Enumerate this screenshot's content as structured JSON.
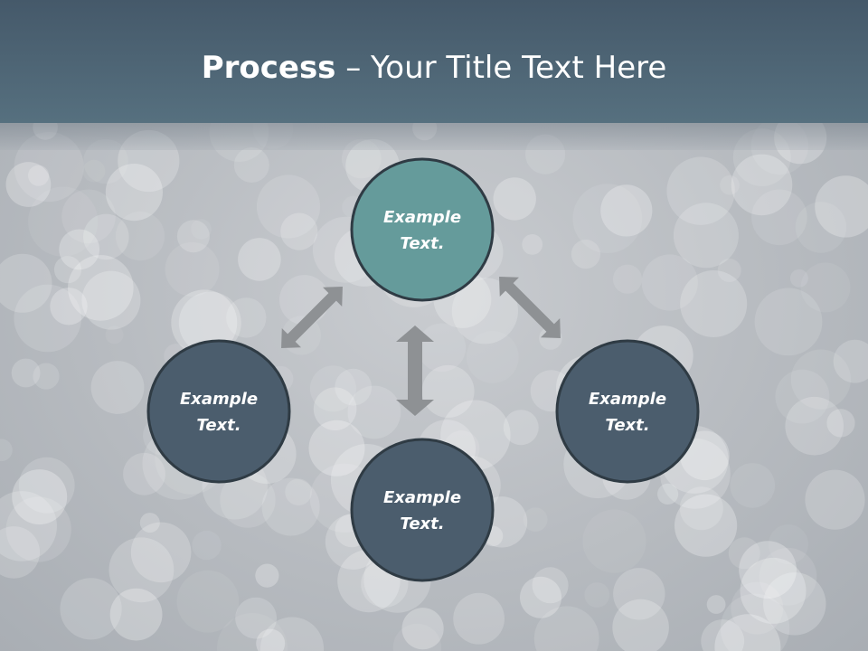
{
  "title": {
    "bold": "Process",
    "rest": " – Your Title Text Here"
  },
  "colors": {
    "header": "#4b6272",
    "node_top": "#659b9b",
    "node": "#4b5d6d",
    "node_stroke": "#2f3b44",
    "arrow": "#8e9194"
  },
  "nodes": [
    {
      "line1": "Example",
      "line2": "Text."
    },
    {
      "line1": "Example",
      "line2": "Text."
    },
    {
      "line1": "Example",
      "line2": "Text."
    },
    {
      "line1": "Example",
      "line2": "Text."
    }
  ]
}
